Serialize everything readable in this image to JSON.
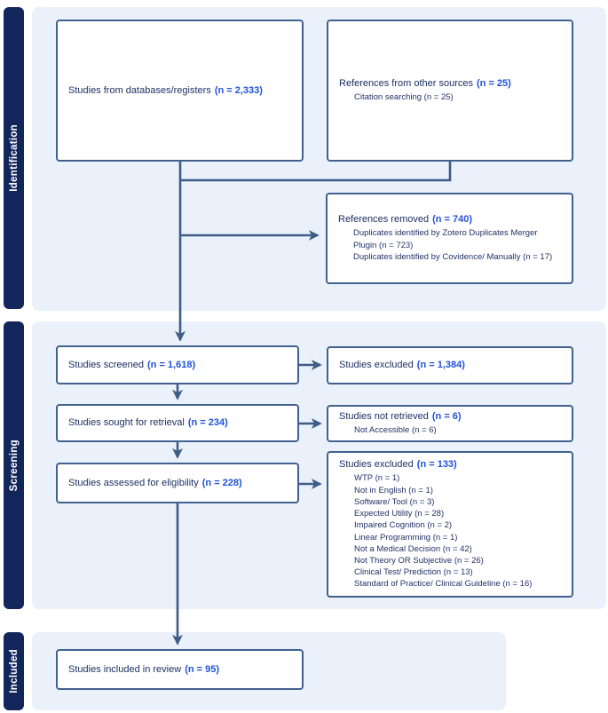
{
  "sidebar": {
    "identification": "Identification",
    "screening": "Screening",
    "included": "Included"
  },
  "boxes": {
    "databases": {
      "label": "Studies from databases/registers",
      "count": "(n = 2,333)"
    },
    "other_sources": {
      "label": "References from other sources",
      "count": "(n = 25)",
      "sub": [
        "Citation searching (n = 25)"
      ]
    },
    "references_removed": {
      "label": "References removed",
      "count": "(n = 740)",
      "sub": [
        "Duplicates identified by Zotero Duplicates Merger Plugin (n = 723)",
        "Duplicates identified by Covidence/ Manually (n = 17)"
      ]
    },
    "screened": {
      "label": "Studies screened",
      "count": "(n = 1,618)"
    },
    "excluded_screening": {
      "label": "Studies excluded",
      "count": "(n = 1,384)"
    },
    "sought": {
      "label": "Studies sought for retrieval",
      "count": "(n = 234)"
    },
    "not_retrieved": {
      "label": "Studies not retrieved",
      "count": "(n = 6)",
      "sub": [
        "Not Accessible (n = 6)"
      ]
    },
    "assessed": {
      "label": "Studies assessed for eligibility",
      "count": "(n = 228)"
    },
    "excluded_eligibility": {
      "label": "Studies excluded",
      "count": "(n = 133)",
      "sub": [
        "WTP (n = 1)",
        "Not in English (n = 1)",
        "Software/ Tool (n = 3)",
        "Expected Utility (n = 28)",
        "Impaired Cognition (n = 2)",
        "Linear Programming (n = 1)",
        "Not a Medical Decision (n = 42)",
        "Not Theory OR Subjective (n = 26)",
        "Clinical Test/ Prediction (n = 13)",
        "Standard of Practice/ Clinical Guideline (n = 16)"
      ]
    },
    "included_review": {
      "label": "Studies included in review",
      "count": "(n = 95)"
    }
  },
  "colors": {
    "stage_bar": "#13265c",
    "panel": "#eaf1fb",
    "box_border": "#41618f",
    "connector": "#3e5c85",
    "label_text": "#1e3061",
    "count_text": "#2051d8"
  }
}
